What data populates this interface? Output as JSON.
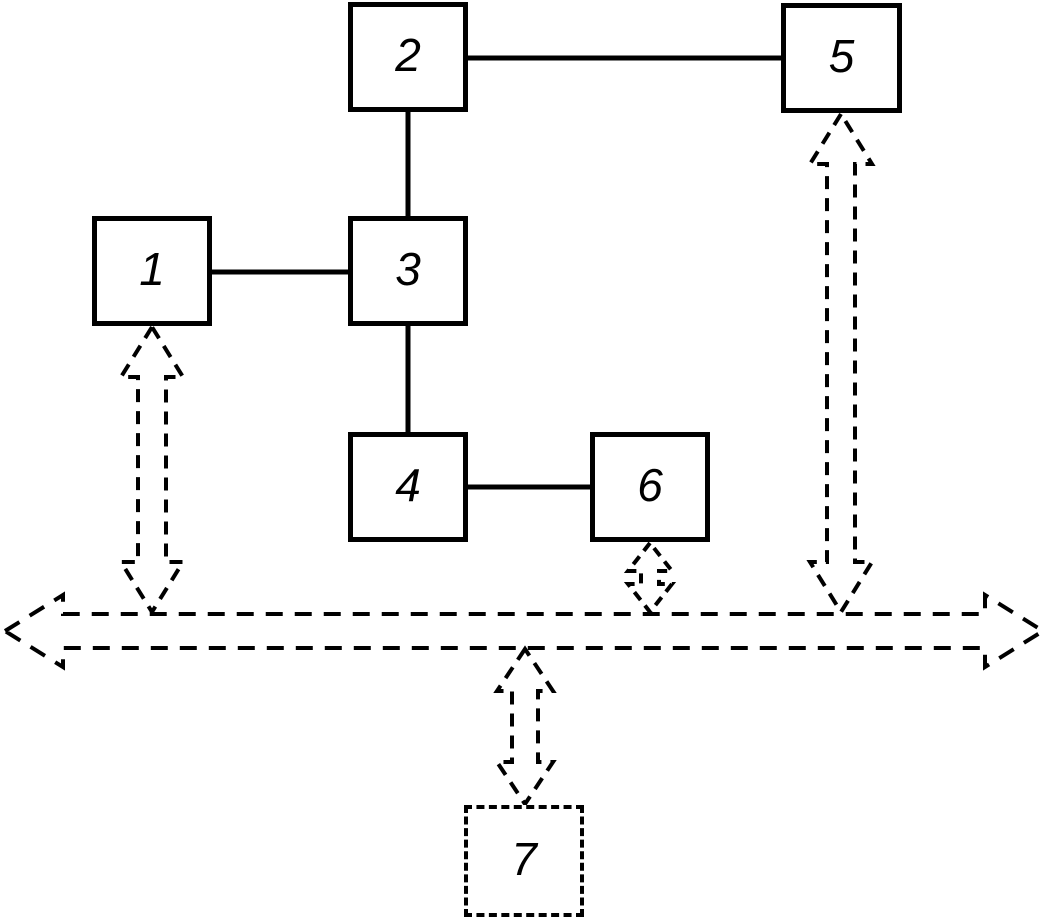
{
  "diagram": {
    "background_color": "#ffffff",
    "line_color": "#000000",
    "boxes": [
      {
        "label": "1",
        "border": "solid"
      },
      {
        "label": "2",
        "border": "solid"
      },
      {
        "label": "3",
        "border": "solid"
      },
      {
        "label": "4",
        "border": "solid"
      },
      {
        "label": "5",
        "border": "solid"
      },
      {
        "label": "6",
        "border": "solid"
      },
      {
        "label": "7",
        "border": "dashed"
      }
    ],
    "connections": {
      "solid_links": [
        "2-5",
        "2-3",
        "1-3",
        "3-4",
        "4-6"
      ],
      "dashed_double_arrow_links": [
        "1-bus",
        "5-bus",
        "6-bus",
        "bus-7"
      ],
      "bus": "horizontal dashed double-headed hollow arrow spanning full width"
    }
  }
}
